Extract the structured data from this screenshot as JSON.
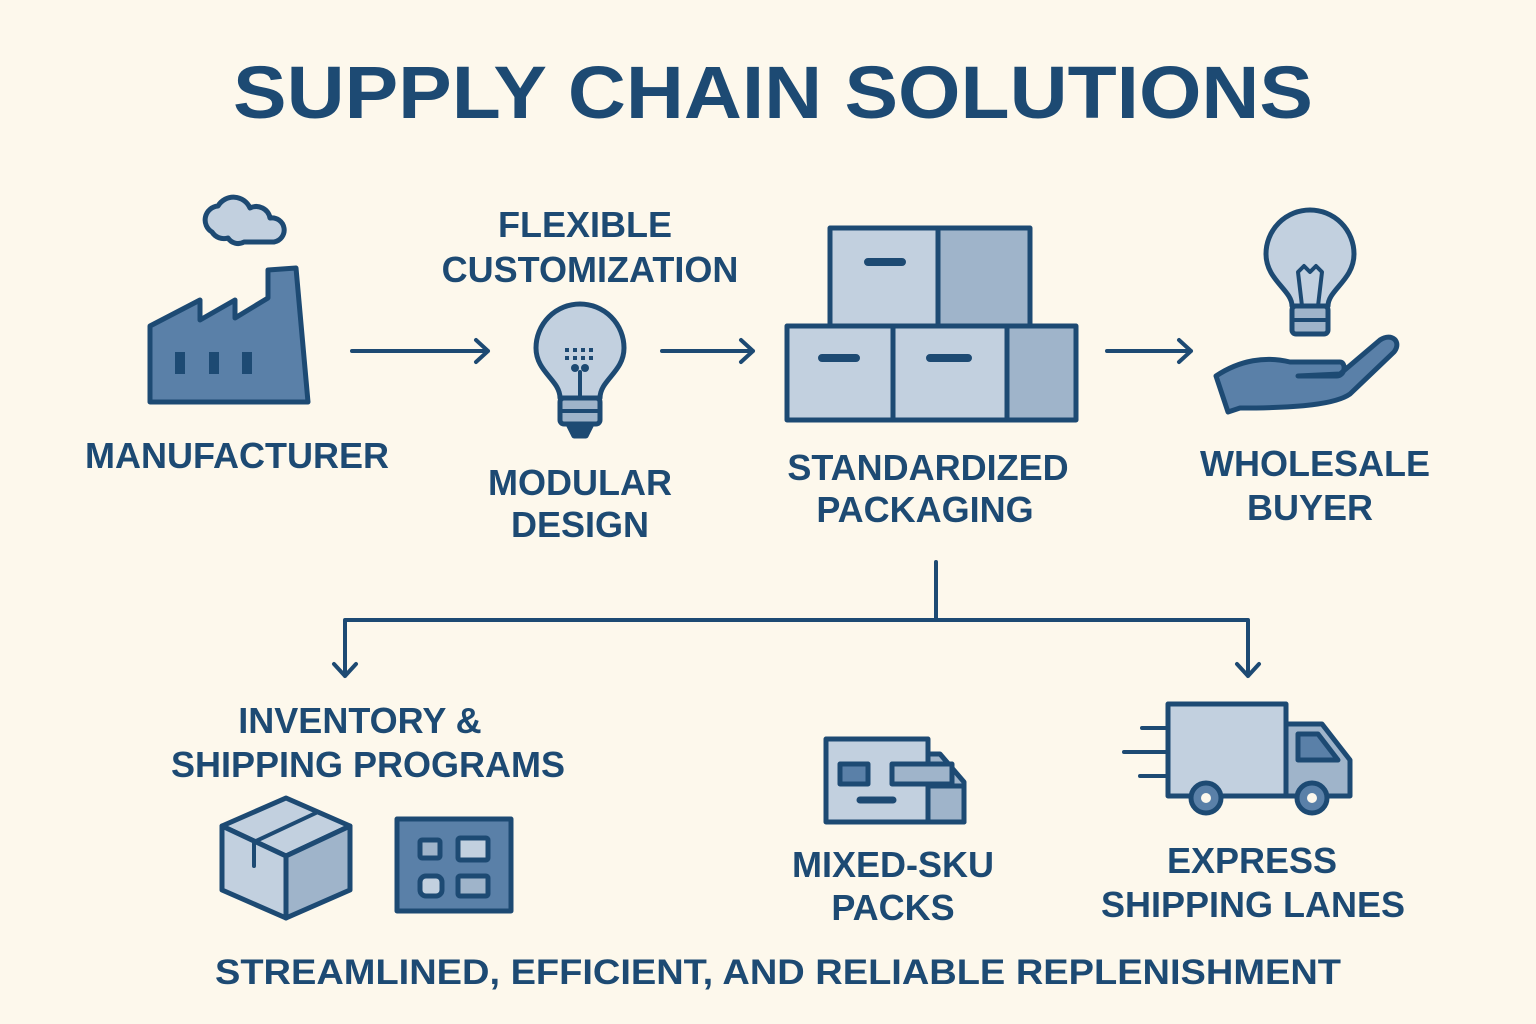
{
  "title": "SUPPLY CHAIN SOLUTIONS",
  "nodes": {
    "manufacturer": {
      "label": "MANUFACTURER",
      "icon": "factory-icon"
    },
    "modular_design": {
      "top_label": [
        "FLEXIBLE",
        "CUSTOMIZATION"
      ],
      "label": [
        "MODULAR",
        "DESIGN"
      ],
      "icon": "lightbulb-icon"
    },
    "standardized_packaging": {
      "label": [
        "STANDARDIZED",
        "PACKAGING"
      ],
      "icon": "stacked-boxes-icon"
    },
    "wholesale_buyer": {
      "label": [
        "WHOLESALE",
        "BUYER"
      ],
      "icon": "hand-lightbulb-icon"
    }
  },
  "branches": {
    "inventory": {
      "label": [
        "INVENTORY &",
        "SHIPPING PROGRAMS"
      ],
      "icons": [
        "box-icon",
        "inventory-panel-icon"
      ]
    },
    "mixed_sku": {
      "label": [
        "MIXED-SKU",
        "PACKS"
      ],
      "icon": "mixed-pack-icon"
    },
    "express": {
      "label": [
        "EXPRESS",
        "SHIPPING LANES"
      ],
      "icon": "delivery-truck-icon"
    }
  },
  "footer": "STREAMLINED, EFFICIENT, AND RELIABLE REPLENISHMENT",
  "colors": {
    "background": "#fdf8ec",
    "primary": "#1d4a73",
    "mid": "#5a80a8",
    "light": "#c2d0df"
  }
}
